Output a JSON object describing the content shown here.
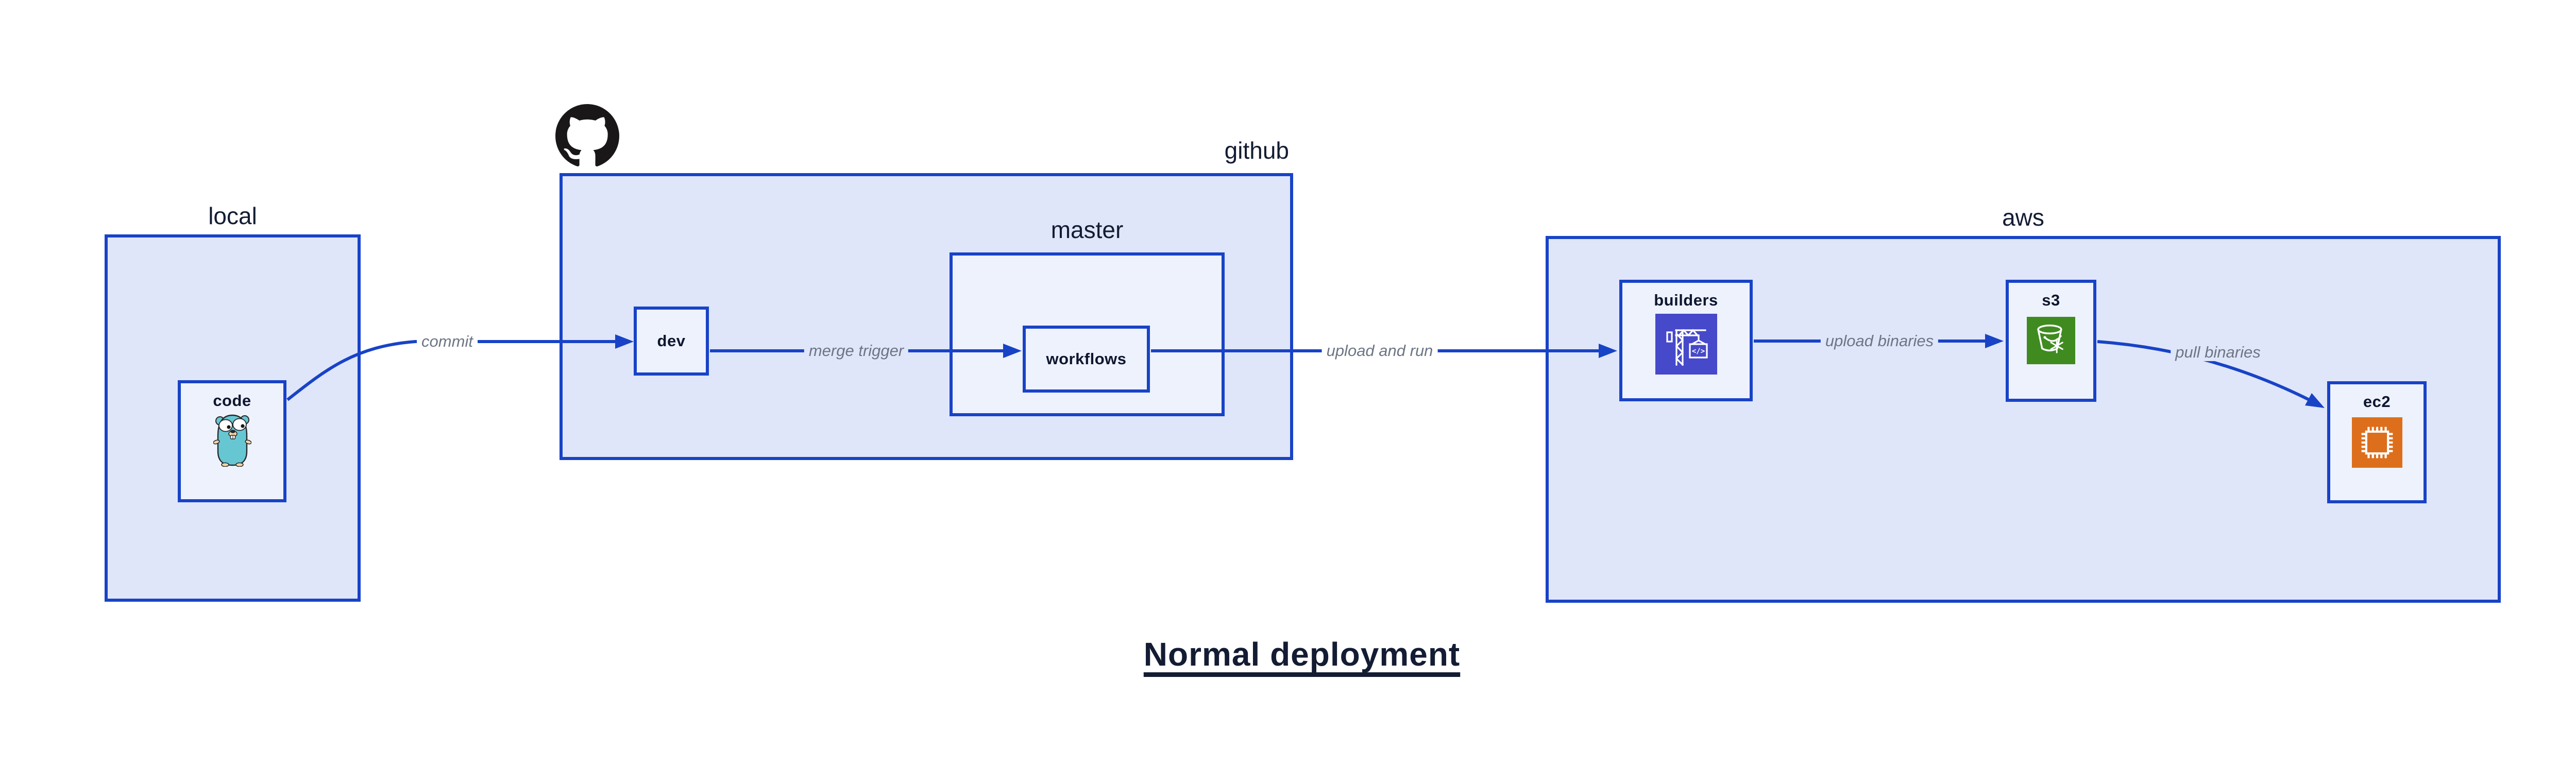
{
  "diagram": {
    "title": "Normal deployment",
    "containers": {
      "local": {
        "label": "local"
      },
      "github": {
        "label": "github"
      },
      "master": {
        "label": "master"
      },
      "aws": {
        "label": "aws"
      }
    },
    "nodes": {
      "code": {
        "label": "code",
        "icon": "go-gopher-icon"
      },
      "dev": {
        "label": "dev"
      },
      "workflows": {
        "label": "workflows"
      },
      "builders": {
        "label": "builders",
        "icon": "codebuild-crane-icon"
      },
      "s3": {
        "label": "s3",
        "icon": "s3-glacier-bucket-icon"
      },
      "ec2": {
        "label": "ec2",
        "icon": "ec2-chip-icon"
      }
    },
    "arrows": [
      {
        "from": "code",
        "to": "dev",
        "label": "commit"
      },
      {
        "from": "dev",
        "to": "workflows",
        "label": "merge trigger"
      },
      {
        "from": "workflows",
        "to": "builders",
        "label": "upload and run"
      },
      {
        "from": "builders",
        "to": "s3",
        "label": "upload binaries"
      },
      {
        "from": "s3",
        "to": "ec2",
        "label": "pull binaries"
      }
    ],
    "colors": {
      "accent_blue": "#1843c7",
      "container_fill": "#dfe6f9",
      "node_fill": "#eef2fc",
      "text_navy": "#131c33",
      "arrow_label_gray": "#6d7585",
      "github_logo_black": "#191717",
      "gopher_teal": "#66c7d3",
      "codebuild_indigo": "#4649c9",
      "s3_green": "#3f8b20",
      "ec2_orange": "#dd6f1c"
    }
  }
}
